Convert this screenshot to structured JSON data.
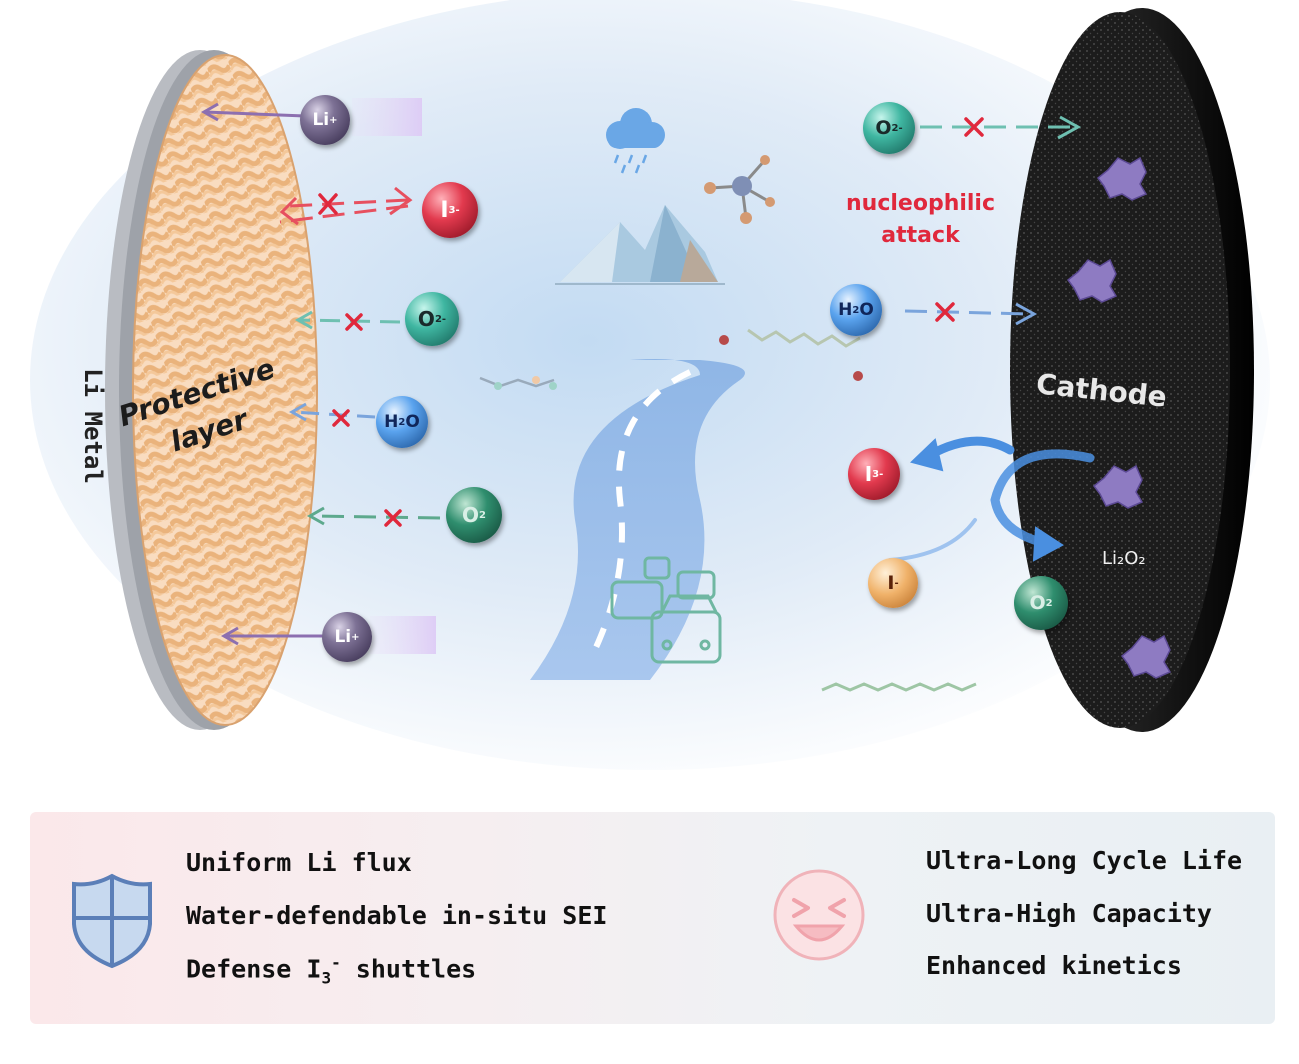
{
  "labels": {
    "li_metal": "Li Metal",
    "protective_line1": "Protective",
    "protective_line2": "layer",
    "cathode": "Cathode",
    "nucleophilic_line1": "nucleophilic",
    "nucleophilic_line2": "attack",
    "li2o2": "Li₂O₂"
  },
  "ions": {
    "li": "Li",
    "li_charge": "+",
    "i3": "I",
    "i3_sub": "3",
    "i3_charge": "-",
    "o2": "O",
    "o2_sub": "2",
    "o2_charge": "-",
    "h2o_h": "H",
    "h2o_sub": "2",
    "h2o_o": "O",
    "i": "I",
    "i_charge": "-"
  },
  "features_left": {
    "line1": "Uniform Li flux",
    "line2": "Water-defendable in-situ SEI",
    "line3_prefix": "Defense I",
    "line3_sub": "3",
    "line3_sup": "-",
    "line3_suffix": " shuttles"
  },
  "features_right": {
    "line1": "Ultra-Long Cycle Life",
    "line2": "Ultra-High Capacity",
    "line3": "Enhanced kinetics"
  },
  "icons": {
    "shield": "shield-icon",
    "smiley": "laughing-face-icon",
    "cloud": "rain-cloud-icon",
    "mountain": "mountain-icon",
    "road": "road-icon",
    "cars": "car-traffic-icon"
  },
  "colors": {
    "accent_red": "#e0283c",
    "arrow_blue": "#4a8fe0",
    "cathode_black": "#1a1a1a",
    "protective_orange": "#f5c9a0",
    "fade_blue": "#cfe3f5"
  }
}
